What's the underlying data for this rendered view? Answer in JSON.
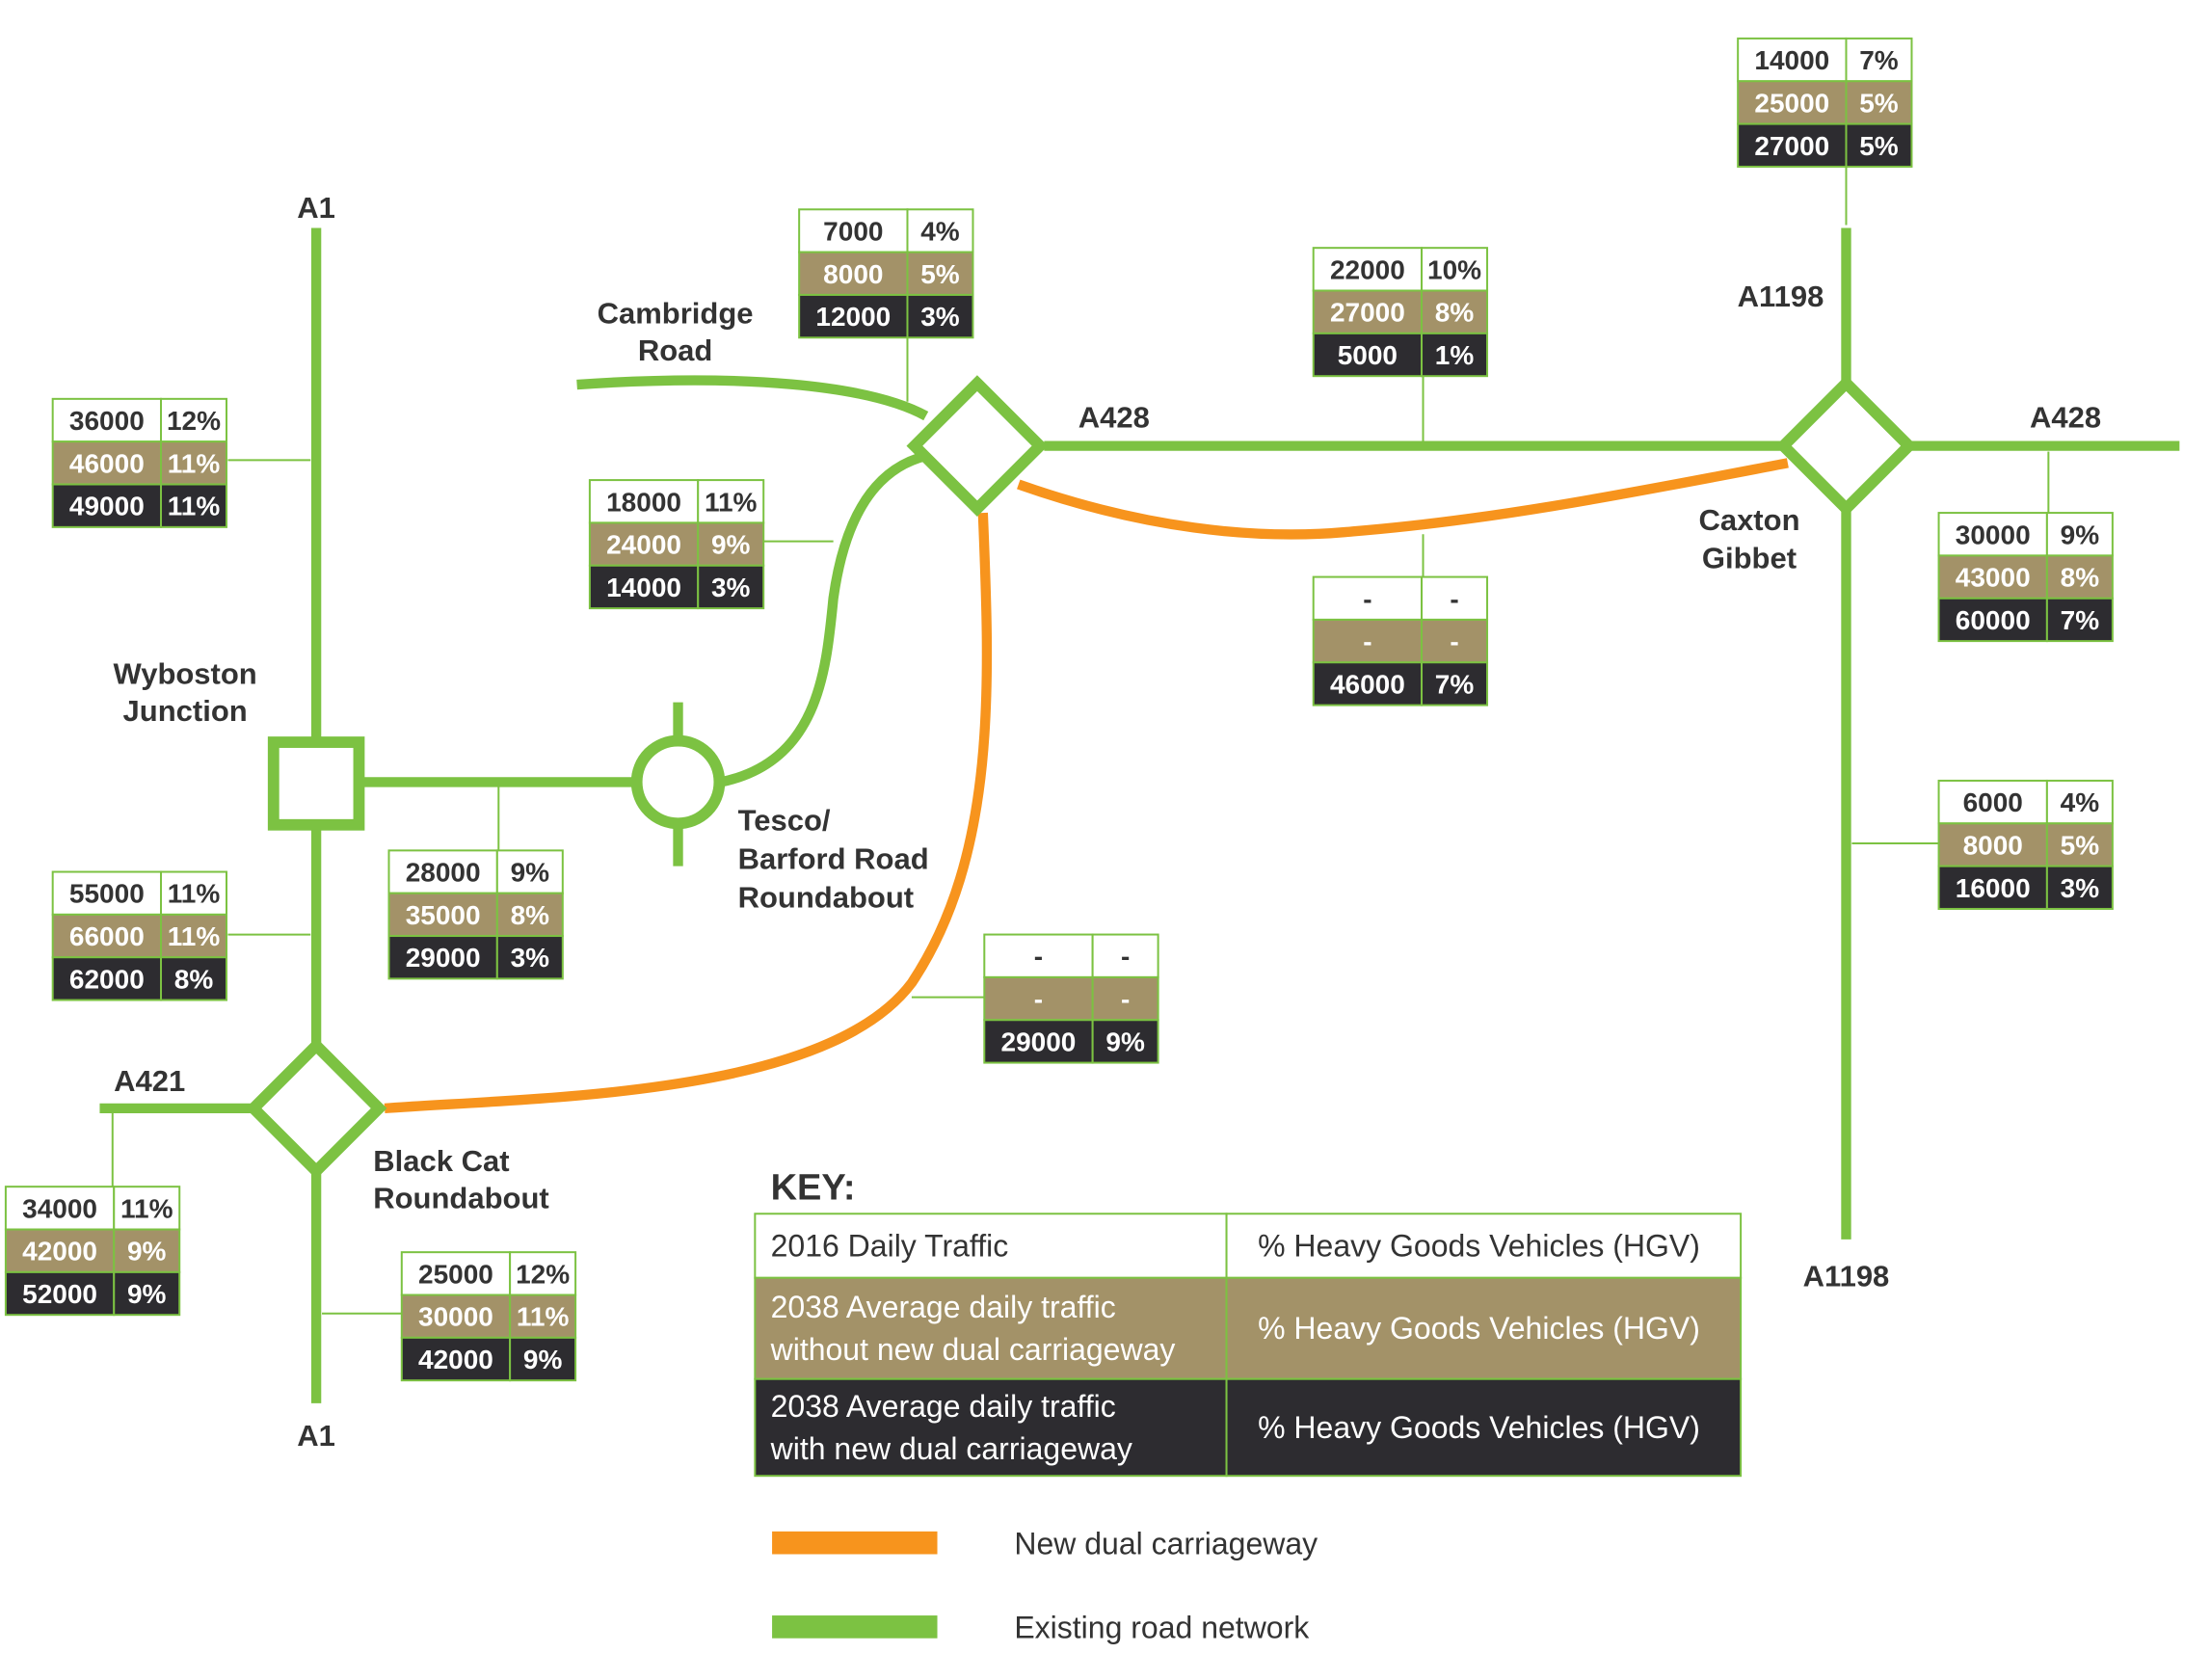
{
  "colors": {
    "existing_road": "#7cc242",
    "new_road": "#f7941d",
    "row1_bg": "#ffffff",
    "row2_bg": "#a39268",
    "row3_bg": "#2d2c30",
    "border": "#7cc242",
    "text_dark": "#333333",
    "text_light": "#ffffff"
  },
  "labels": {
    "a1_top": "A1",
    "a1_bottom": "A1",
    "a421": "A421",
    "a428_mid": "A428",
    "a428_right": "A428",
    "a1198_top": "A1198",
    "a1198_bottom": "A1198",
    "cambridge_road": [
      "Cambridge",
      "Road"
    ],
    "wyboston_junction": [
      "Wyboston",
      "Junction"
    ],
    "tesco_roundabout": [
      "Tesco/",
      "Barford Road",
      "Roundabout"
    ],
    "black_cat_roundabout": [
      "Black Cat",
      "Roundabout"
    ],
    "caxton_gibbet": [
      "Caxton",
      "Gibbet"
    ]
  },
  "count_boxes": [
    {
      "id": "a1-north",
      "rows": [
        [
          "36000",
          "12%"
        ],
        [
          "46000",
          "11%"
        ],
        [
          "49000",
          "11%"
        ]
      ]
    },
    {
      "id": "a1-south-wyboston",
      "rows": [
        [
          "55000",
          "11%"
        ],
        [
          "66000",
          "11%"
        ],
        [
          "62000",
          "8%"
        ]
      ]
    },
    {
      "id": "a421-west",
      "rows": [
        [
          "34000",
          "11%"
        ],
        [
          "42000",
          "9%"
        ],
        [
          "52000",
          "9%"
        ]
      ]
    },
    {
      "id": "a1-south-blackcat",
      "rows": [
        [
          "25000",
          "12%"
        ],
        [
          "30000",
          "11%"
        ],
        [
          "42000",
          "9%"
        ]
      ]
    },
    {
      "id": "wyboston-link",
      "rows": [
        [
          "28000",
          "9%"
        ],
        [
          "35000",
          "8%"
        ],
        [
          "29000",
          "3%"
        ]
      ]
    },
    {
      "id": "tesco-link",
      "rows": [
        [
          "18000",
          "11%"
        ],
        [
          "24000",
          "9%"
        ],
        [
          "14000",
          "3%"
        ]
      ]
    },
    {
      "id": "cambridge-road",
      "rows": [
        [
          "7000",
          "4%"
        ],
        [
          "8000",
          "5%"
        ],
        [
          "12000",
          "3%"
        ]
      ]
    },
    {
      "id": "a428-mid",
      "rows": [
        [
          "22000",
          "10%"
        ],
        [
          "27000",
          "8%"
        ],
        [
          "5000",
          "1%"
        ]
      ]
    },
    {
      "id": "new-road-east",
      "rows": [
        [
          "-",
          "-"
        ],
        [
          "-",
          "-"
        ],
        [
          "46000",
          "7%"
        ]
      ]
    },
    {
      "id": "new-road-south",
      "rows": [
        [
          "-",
          "-"
        ],
        [
          "-",
          "-"
        ],
        [
          "29000",
          "9%"
        ]
      ]
    },
    {
      "id": "a1198-north",
      "rows": [
        [
          "14000",
          "7%"
        ],
        [
          "25000",
          "5%"
        ],
        [
          "27000",
          "5%"
        ]
      ]
    },
    {
      "id": "a428-east",
      "rows": [
        [
          "30000",
          "9%"
        ],
        [
          "43000",
          "8%"
        ],
        [
          "60000",
          "7%"
        ]
      ]
    },
    {
      "id": "a1198-south",
      "rows": [
        [
          "6000",
          "4%"
        ],
        [
          "8000",
          "5%"
        ],
        [
          "16000",
          "3%"
        ]
      ]
    }
  ],
  "key": {
    "title": "KEY:",
    "rows": [
      {
        "left": [
          "2016 Daily Traffic"
        ],
        "right": "% Heavy Goods Vehicles (HGV)"
      },
      {
        "left": [
          "2038 Average daily traffic",
          "without new dual carriageway"
        ],
        "right": "% Heavy Goods Vehicles (HGV)"
      },
      {
        "left": [
          "2038 Average daily traffic",
          "with new dual carriageway"
        ],
        "right": "% Heavy Goods Vehicles (HGV)"
      }
    ],
    "legend": [
      {
        "label": "New dual carriageway",
        "type": "new"
      },
      {
        "label": "Existing road network",
        "type": "existing"
      }
    ]
  }
}
